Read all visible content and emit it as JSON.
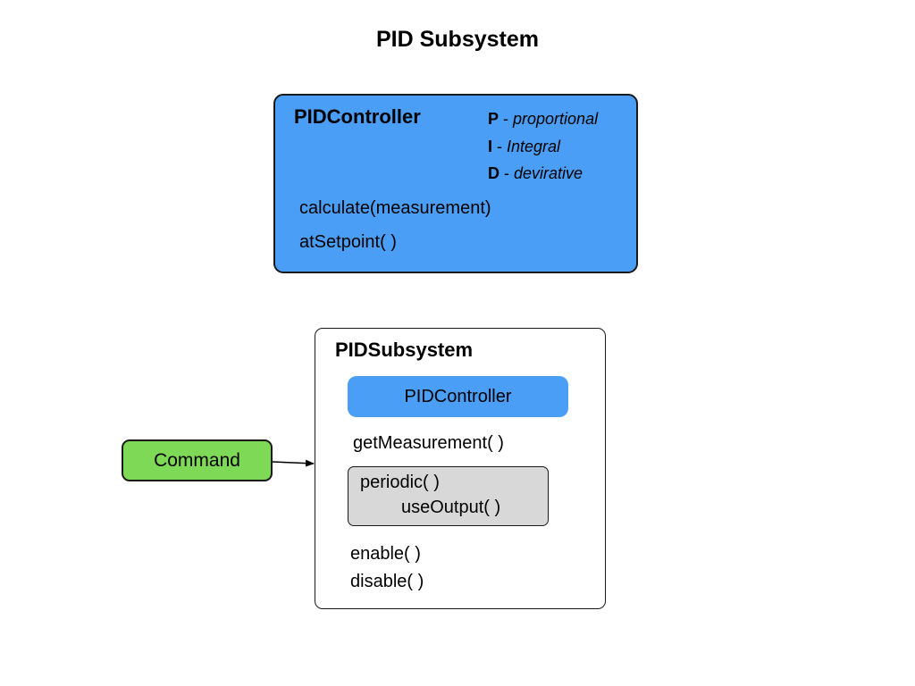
{
  "title": "PID Subsystem",
  "pid_controller": {
    "title": "PIDController",
    "terms": [
      {
        "letter": "P",
        "separator": " - ",
        "description": "proportional"
      },
      {
        "letter": "I",
        "separator": " - ",
        "description": "Integral"
      },
      {
        "letter": "D",
        "separator": " - ",
        "description": "devirative"
      }
    ],
    "methods": [
      "calculate(measurement)",
      "atSetpoint( )"
    ],
    "color": "#4a9ef5"
  },
  "pid_subsystem": {
    "title": "PIDSubsystem",
    "controller_label": "PIDController",
    "get_measurement": "getMeasurement( )",
    "periodic_group": {
      "periodic": "periodic( )",
      "use_output": "useOutput( )",
      "color": "#d8d8d8"
    },
    "enable": "enable( )",
    "disable": "disable( )"
  },
  "command": {
    "label": "Command",
    "color": "#7ed957"
  }
}
